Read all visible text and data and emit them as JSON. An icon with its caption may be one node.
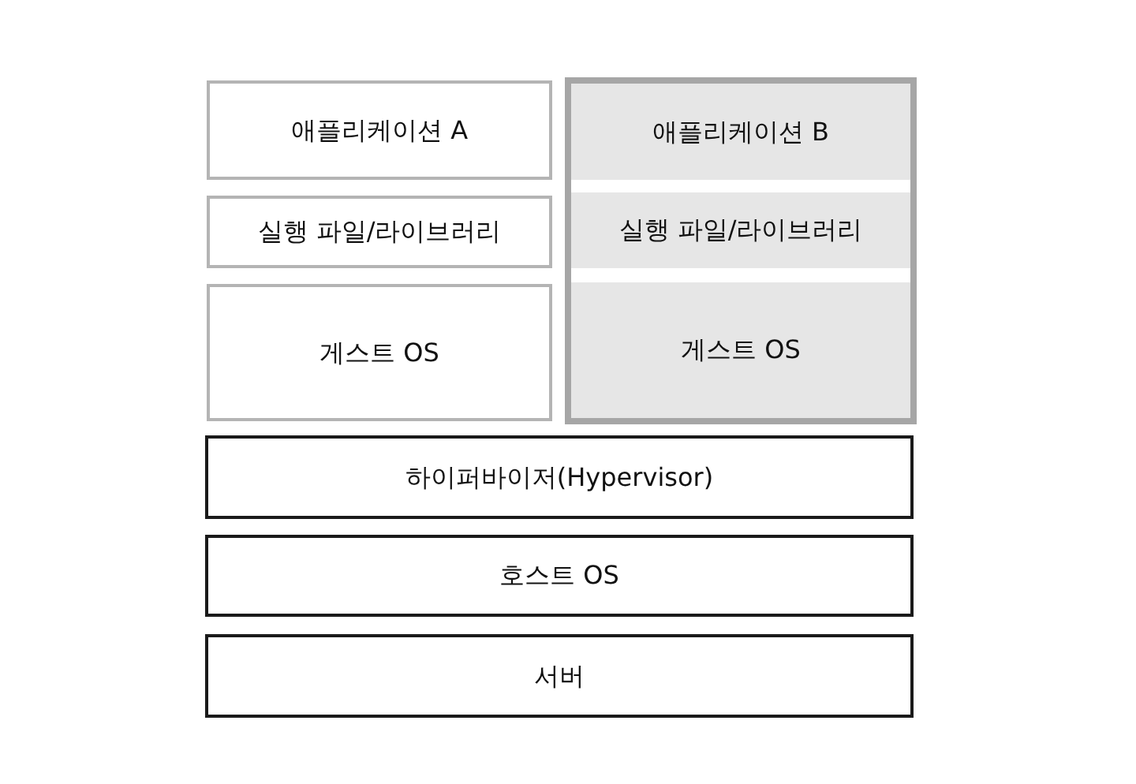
{
  "diagram": {
    "nodes": [
      {
        "text": [
          "애플리케이션 A"
        ]
      },
      {
        "text": [
          "실행 파일/라이브러리"
        ]
      },
      {
        "text": [
          "게스트 OS"
        ]
      },
      {
        "text": [],
        "shape": "box"
      },
      {
        "text": [
          "애플리케이션 B"
        ],
        "in": 3
      },
      {
        "text": [
          "실행 파일/라이브러리"
        ],
        "in": 3
      },
      {
        "text": [
          "게스트 OS"
        ],
        "in": 3
      },
      {
        "text": [
          "하이퍼바이저(Hypervisor)"
        ]
      },
      {
        "text": [
          "호스트 OS"
        ]
      },
      {
        "text": [
          "서버"
        ]
      }
    ]
  }
}
